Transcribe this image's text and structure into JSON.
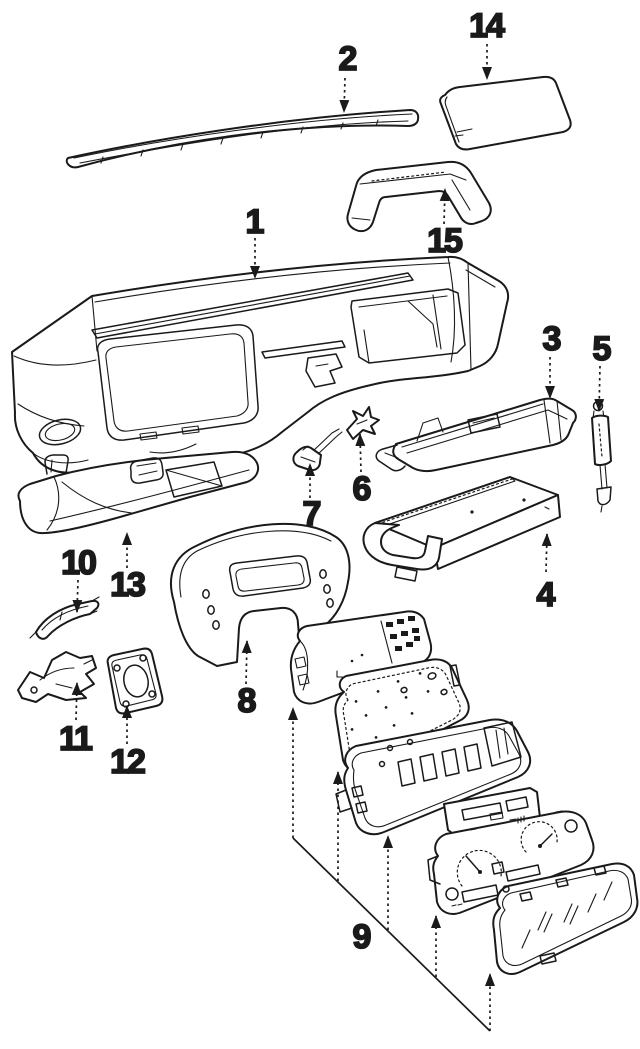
{
  "diagram": {
    "type": "exploded-parts-diagram",
    "subject": "instrument-panel-assembly",
    "colors": {
      "ink": "#1a1a1a",
      "background": "#ffffff"
    },
    "callouts": [
      {
        "label": "1",
        "points_to": "instrument-panel"
      },
      {
        "label": "2",
        "points_to": "windshield-defroster-trim-strip"
      },
      {
        "label": "3",
        "points_to": "glove-box-housing-duct"
      },
      {
        "label": "4",
        "points_to": "glove-box-bin"
      },
      {
        "label": "5",
        "points_to": "support-strut"
      },
      {
        "label": "6",
        "points_to": "retainer-clip"
      },
      {
        "label": "7",
        "points_to": "small-bracket"
      },
      {
        "label": "8",
        "points_to": "instrument-cluster-bezel"
      },
      {
        "label": "9",
        "points_to": "instrument-cluster-assembly"
      },
      {
        "label": "10",
        "points_to": "handle-bracket"
      },
      {
        "label": "11",
        "points_to": "lower-bracket"
      },
      {
        "label": "12",
        "points_to": "gasket-plate"
      },
      {
        "label": "13",
        "points_to": "glove-box-door"
      },
      {
        "label": "14",
        "points_to": "access-panel"
      },
      {
        "label": "15",
        "points_to": "support-bracket"
      }
    ]
  }
}
